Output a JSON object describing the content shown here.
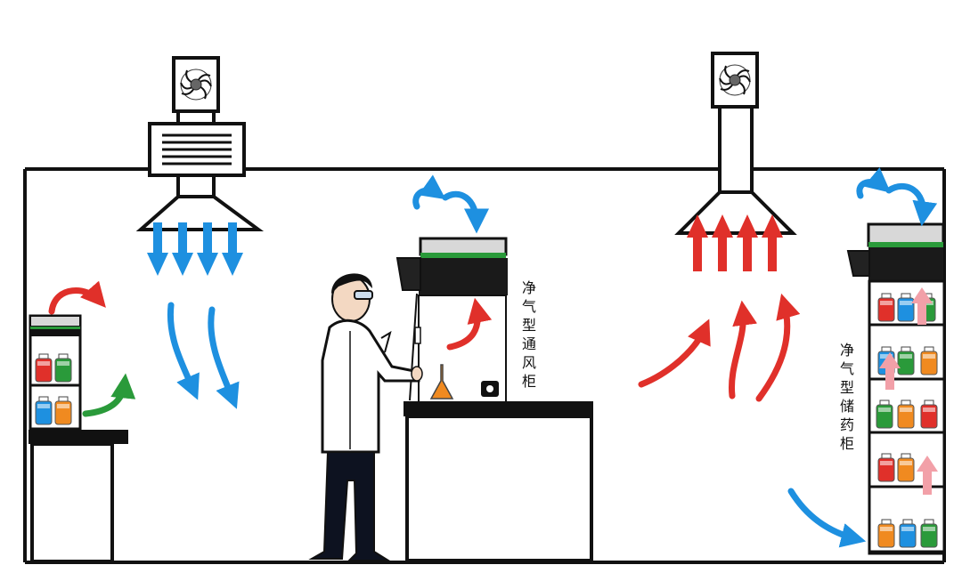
{
  "labels": {
    "fume_hood": "净气型通风柜",
    "storage_cabinet": "净气型储药柜"
  },
  "colors": {
    "supply_air": "#1e90e0",
    "exhaust_air": "#e0302a",
    "clean_air": "#2a9a3a",
    "filtered_air": "#f2a0a8",
    "outline": "#111111"
  },
  "icons": [
    "fan-icon",
    "air-arrow-icon",
    "flask-icon",
    "bottle-icon",
    "scientist-figure"
  ]
}
